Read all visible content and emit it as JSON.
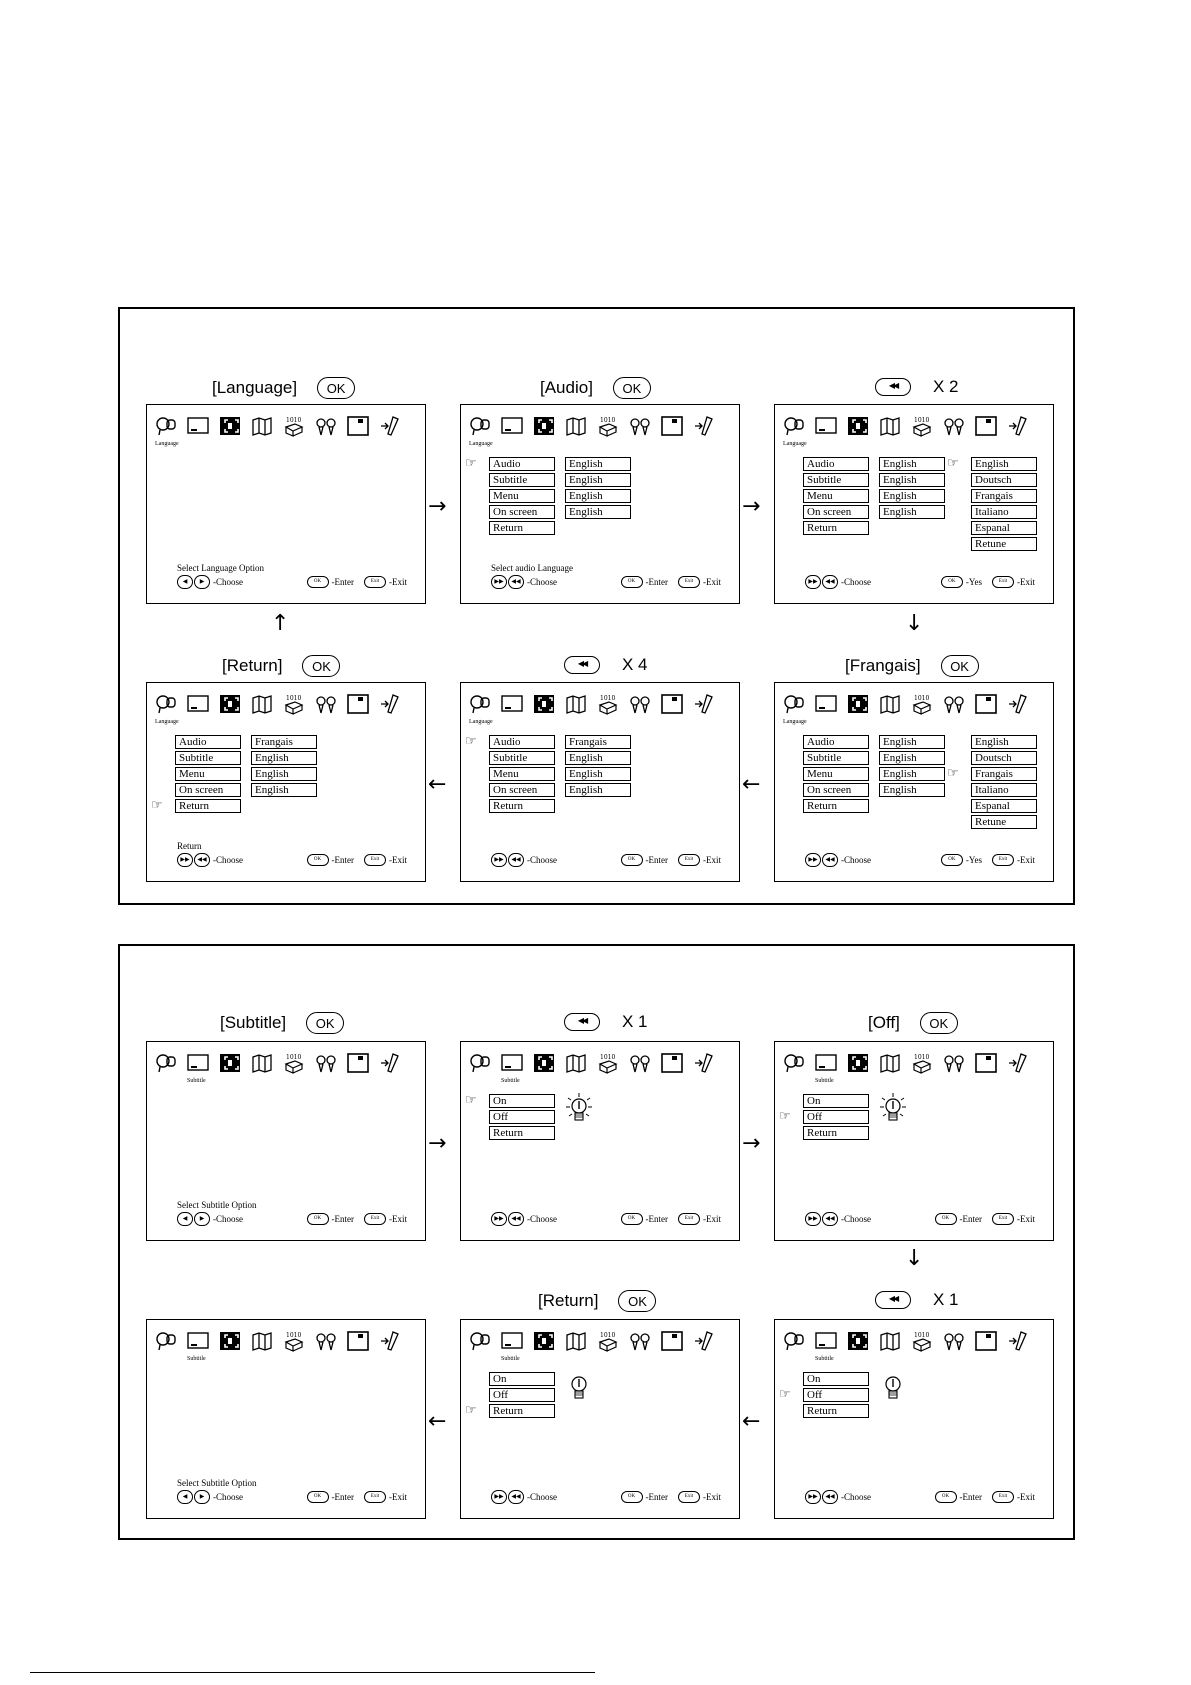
{
  "panels": [
    {
      "steps": [
        {
          "caption": "[Language]",
          "button": "ok",
          "active_tab": 0,
          "tab_name": "Language",
          "col1": [],
          "col2": [],
          "col3": [],
          "pointer_col": null,
          "pointer_row": null,
          "hint": "Select Language Option",
          "nav": "lr",
          "confirm": "-Enter",
          "bulb": null
        },
        {
          "caption": "[Audio]",
          "button": "ok",
          "active_tab": 0,
          "tab_name": "Language",
          "col1": [
            "Audio",
            "Subtitle",
            "Menu",
            "On screen",
            "Return"
          ],
          "col2": [
            "English",
            "English",
            "English",
            "English"
          ],
          "col3": [],
          "pointer_col": 1,
          "pointer_row": 0,
          "hint": "Select audio Language",
          "nav": "ud",
          "confirm": "-Enter",
          "bulb": null
        },
        {
          "caption": "X 2",
          "button": "rw",
          "active_tab": 0,
          "tab_name": "Language",
          "col1": [
            "Audio",
            "Subtitle",
            "Menu",
            "On screen",
            "Return"
          ],
          "col2": [
            "English",
            "English",
            "English",
            "English"
          ],
          "col3": [
            "English",
            "Doutsch",
            "Frangais",
            "Italiano",
            "Espanal",
            "Retune"
          ],
          "pointer_col": 3,
          "pointer_row": 0,
          "hint": "",
          "nav": "ud",
          "confirm": "-Yes",
          "bulb": null
        },
        {
          "caption": "[Return]",
          "button": "ok",
          "active_tab": 0,
          "tab_name": "Language",
          "col1": [
            "Audio",
            "Subtitle",
            "Menu",
            "On screen",
            "Return"
          ],
          "col2": [
            "Frangais",
            "English",
            "English",
            "English"
          ],
          "col3": [],
          "pointer_col": 1,
          "pointer_row": 4,
          "hint": "Return",
          "nav": "ud",
          "confirm": "-Enter",
          "bulb": null
        },
        {
          "caption": "X 4",
          "button": "rw",
          "active_tab": 0,
          "tab_name": "Language",
          "col1": [
            "Audio",
            "Subtitle",
            "Menu",
            "On screen",
            "Return"
          ],
          "col2": [
            "Frangais",
            "English",
            "English",
            "English"
          ],
          "col3": [],
          "pointer_col": 1,
          "pointer_row": 0,
          "hint": "",
          "nav": "ud",
          "confirm": "-Enter",
          "bulb": null
        },
        {
          "caption": "[Frangais]",
          "button": "ok",
          "active_tab": 0,
          "tab_name": "Language",
          "col1": [
            "Audio",
            "Subtitle",
            "Menu",
            "On screen",
            "Return"
          ],
          "col2": [
            "English",
            "English",
            "English",
            "English"
          ],
          "col3": [
            "English",
            "Doutsch",
            "Frangais",
            "Italiano",
            "Espanal",
            "Retune"
          ],
          "pointer_col": 3,
          "pointer_row": 2,
          "hint": "",
          "nav": "ud",
          "confirm": "-Yes",
          "bulb": null
        }
      ]
    },
    {
      "steps": [
        {
          "caption": "[Subtitle]",
          "button": "ok",
          "active_tab": 1,
          "tab_name": "Subtitle",
          "col1": [],
          "col2": [],
          "col3": [],
          "pointer_col": null,
          "pointer_row": null,
          "hint": "Select Subtitle Option",
          "nav": "lr",
          "confirm": "-Enter",
          "bulb": null
        },
        {
          "caption": "X 1",
          "button": "rw",
          "active_tab": 1,
          "tab_name": "Subtitle",
          "col1": [
            "On",
            "Off",
            "Return"
          ],
          "col2": [],
          "col3": [],
          "pointer_col": 1,
          "pointer_row": 0,
          "hint": "",
          "nav": "ud",
          "confirm": "-Enter",
          "bulb": "on"
        },
        {
          "caption": "[Off]",
          "button": "ok",
          "active_tab": 1,
          "tab_name": "Subtitle",
          "col1": [
            "On",
            "Off",
            "Return"
          ],
          "col2": [],
          "col3": [],
          "pointer_col": 1,
          "pointer_row": 1,
          "hint": "",
          "nav": "ud",
          "confirm": "-Enter",
          "bulb": "on"
        },
        {
          "caption": "",
          "button": "none",
          "active_tab": 1,
          "tab_name": "Subtitle",
          "col1": [],
          "col2": [],
          "col3": [],
          "pointer_col": null,
          "pointer_row": null,
          "hint": "Select Subtitle Option",
          "nav": "lr",
          "confirm": "-Enter",
          "bulb": null
        },
        {
          "caption": "[Return]",
          "button": "ok",
          "active_tab": 1,
          "tab_name": "Subtitle",
          "col1": [
            "On",
            "Off",
            "Return"
          ],
          "col2": [],
          "col3": [],
          "pointer_col": 1,
          "pointer_row": 2,
          "hint": "",
          "nav": "ud",
          "confirm": "-Enter",
          "bulb": "off"
        },
        {
          "caption": "X 1",
          "button": "rw",
          "active_tab": 1,
          "tab_name": "Subtitle",
          "col1": [
            "On",
            "Off",
            "Return"
          ],
          "col2": [],
          "col3": [],
          "pointer_col": 1,
          "pointer_row": 1,
          "hint": "",
          "nav": "ud",
          "confirm": "-Enter",
          "bulb": "off"
        }
      ]
    }
  ],
  "common": {
    "ok_label": "OK",
    "choose_label": "-Choose",
    "exit_label": "-Exit",
    "exit_key": "Exit",
    "enter_key": "OK",
    "tab_icons": [
      "language-icon",
      "subtitle-icon",
      "aspect-icon",
      "display-icon",
      "digital-audio-icon",
      "speaker-icon",
      "screen-icon",
      "exit-menu-icon"
    ]
  }
}
